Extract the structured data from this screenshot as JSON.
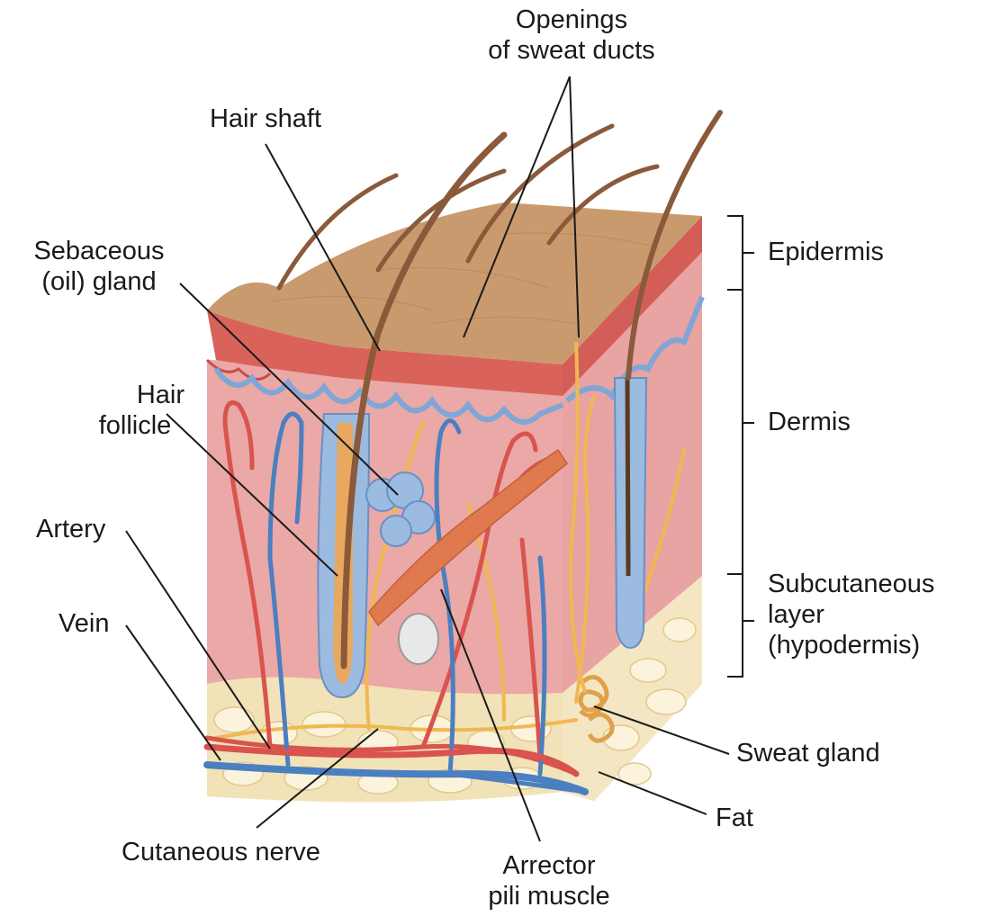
{
  "labels": {
    "openings_line1": "Openings",
    "openings_line2": "of",
    "openings_line3": "sweat ducts",
    "hair_shaft": "Hair shaft",
    "sebaceous_line1": "Sebaceous",
    "sebaceous_line2": "(oil) gland",
    "follicle_line1": "Hair",
    "follicle_line2": "follicle",
    "artery": "Artery",
    "vein": "Vein",
    "cutaneous_nerve": "Cutaneous nerve",
    "arrector_line1": "Arrector",
    "arrector_line2": "pili muscle",
    "epidermis": "Epidermis",
    "dermis": "Dermis",
    "subcut_line1": "Subcutaneous",
    "subcut_line2": "layer",
    "subcut_line3": "(hypodermis)",
    "sweat_gland": "Sweat gland",
    "fat": "Fat"
  },
  "colors": {
    "skin_surface": "#c99a6e",
    "epidermis_red": "#d9635a",
    "dermis_pink": "#eaa7a5",
    "fat_yellow": "#f2e2b8",
    "artery_red": "#d9534f",
    "vein_blue": "#4a7fc1",
    "nerve_yellow": "#f0b850",
    "hair_brown": "#8a5a3a",
    "gland_blue": "#9bbbe0"
  }
}
